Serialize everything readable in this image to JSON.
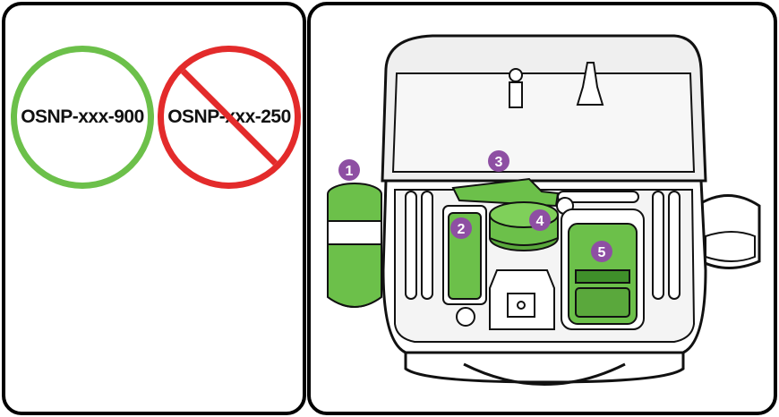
{
  "compatibility": {
    "compatible_model": "OSNP-xxx-900",
    "incompatible_model": "OSNP-xxx-250",
    "compatible_color": "#6cc04a",
    "incompatible_color": "#e32b2b"
  },
  "callouts": [
    "1",
    "2",
    "3",
    "4",
    "5"
  ],
  "colors": {
    "accent": "#8e4fa3",
    "part": "#6cc04a",
    "part_dark": "#3f8f2a"
  }
}
